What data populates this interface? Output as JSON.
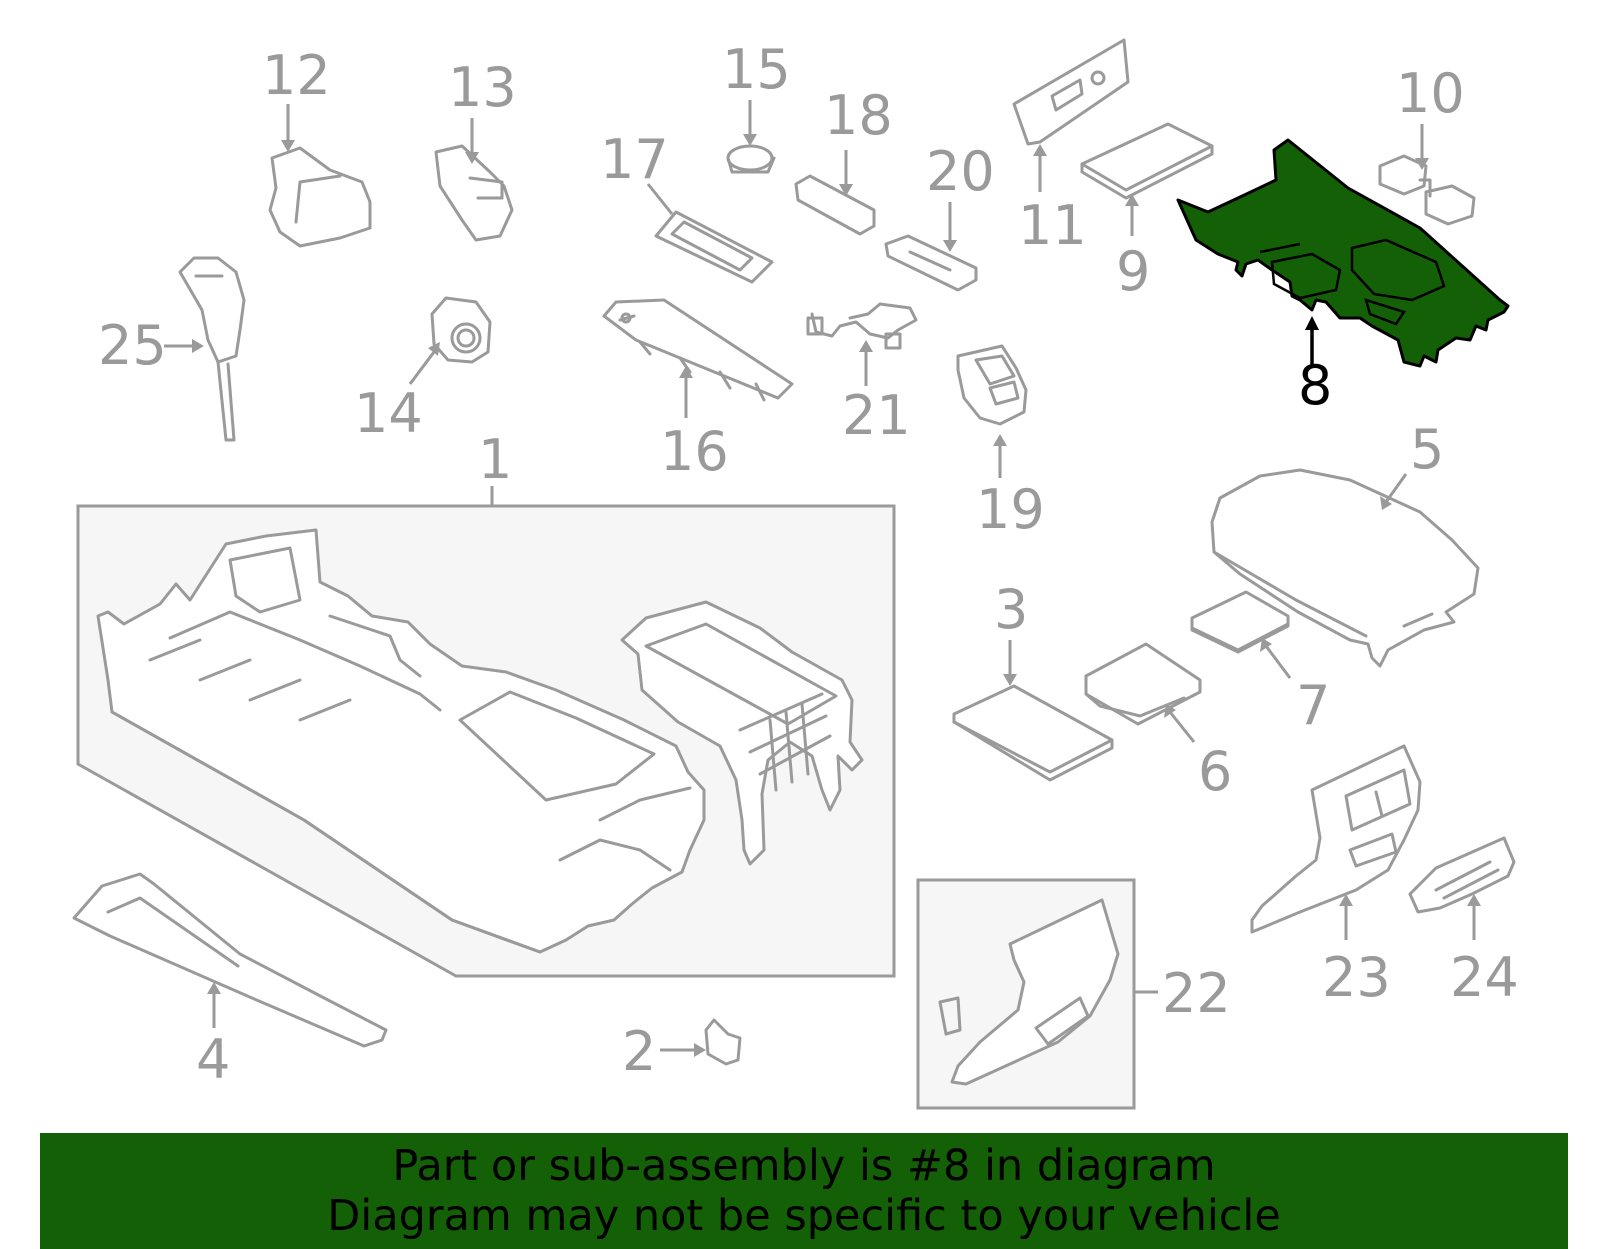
{
  "diagram": {
    "callouts": [
      "1",
      "2",
      "3",
      "4",
      "5",
      "6",
      "7",
      "8",
      "9",
      "10",
      "11",
      "12",
      "13",
      "14",
      "15",
      "16",
      "17",
      "18",
      "19",
      "20",
      "21",
      "22",
      "23",
      "24",
      "25"
    ],
    "highlighted_part": "8",
    "highlight_color": "#146006"
  },
  "banner": {
    "line1": "Part or sub-assembly is #8 in diagram",
    "line2": "Diagram may not be specific to your vehicle",
    "background": "#146006"
  }
}
